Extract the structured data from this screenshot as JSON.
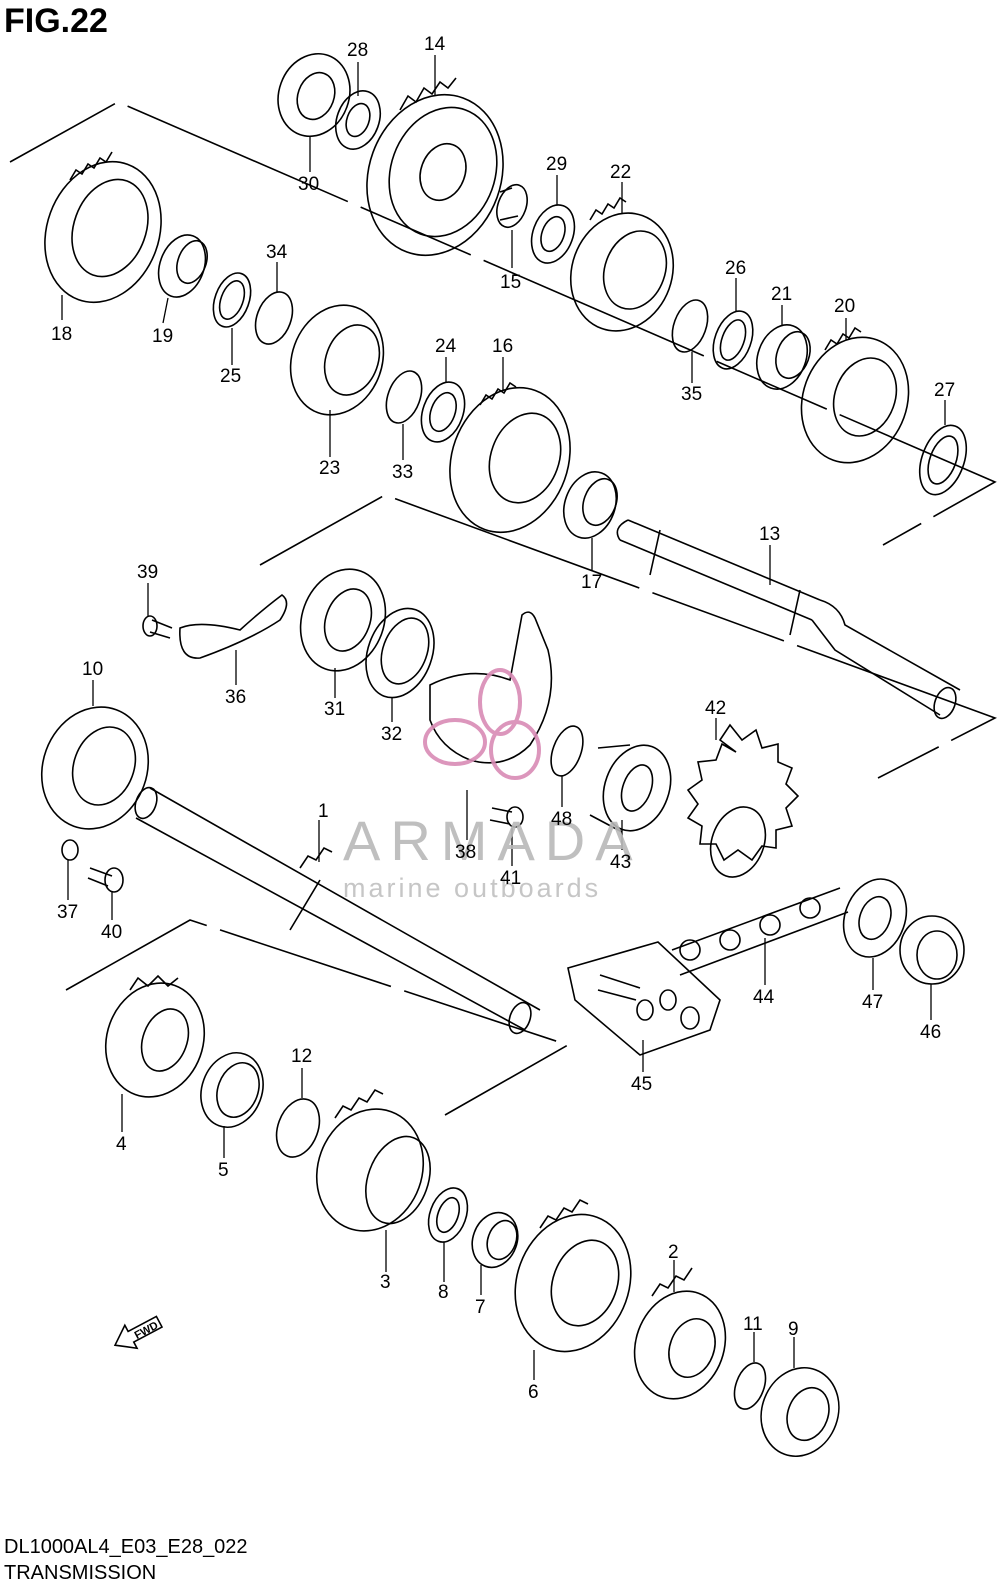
{
  "figure": {
    "title": "FIG.22",
    "model_code": "DL1000AL4_E03_E28_022",
    "caption": "TRANSMISSION",
    "direction_label": "FWD"
  },
  "watermark": {
    "brand": "ARMADA",
    "tagline": "marine outboards",
    "accent_color": "#d98bb5"
  },
  "callouts": [
    "1",
    "2",
    "3",
    "4",
    "5",
    "6",
    "7",
    "8",
    "9",
    "10",
    "11",
    "12",
    "13",
    "14",
    "15",
    "16",
    "17",
    "18",
    "19",
    "20",
    "21",
    "22",
    "23",
    "24",
    "25",
    "26",
    "27",
    "28",
    "29",
    "30",
    "31",
    "32",
    "33",
    "34",
    "35",
    "36",
    "37",
    "38",
    "39",
    "40",
    "41",
    "42",
    "43",
    "44",
    "45",
    "46",
    "47",
    "48"
  ]
}
